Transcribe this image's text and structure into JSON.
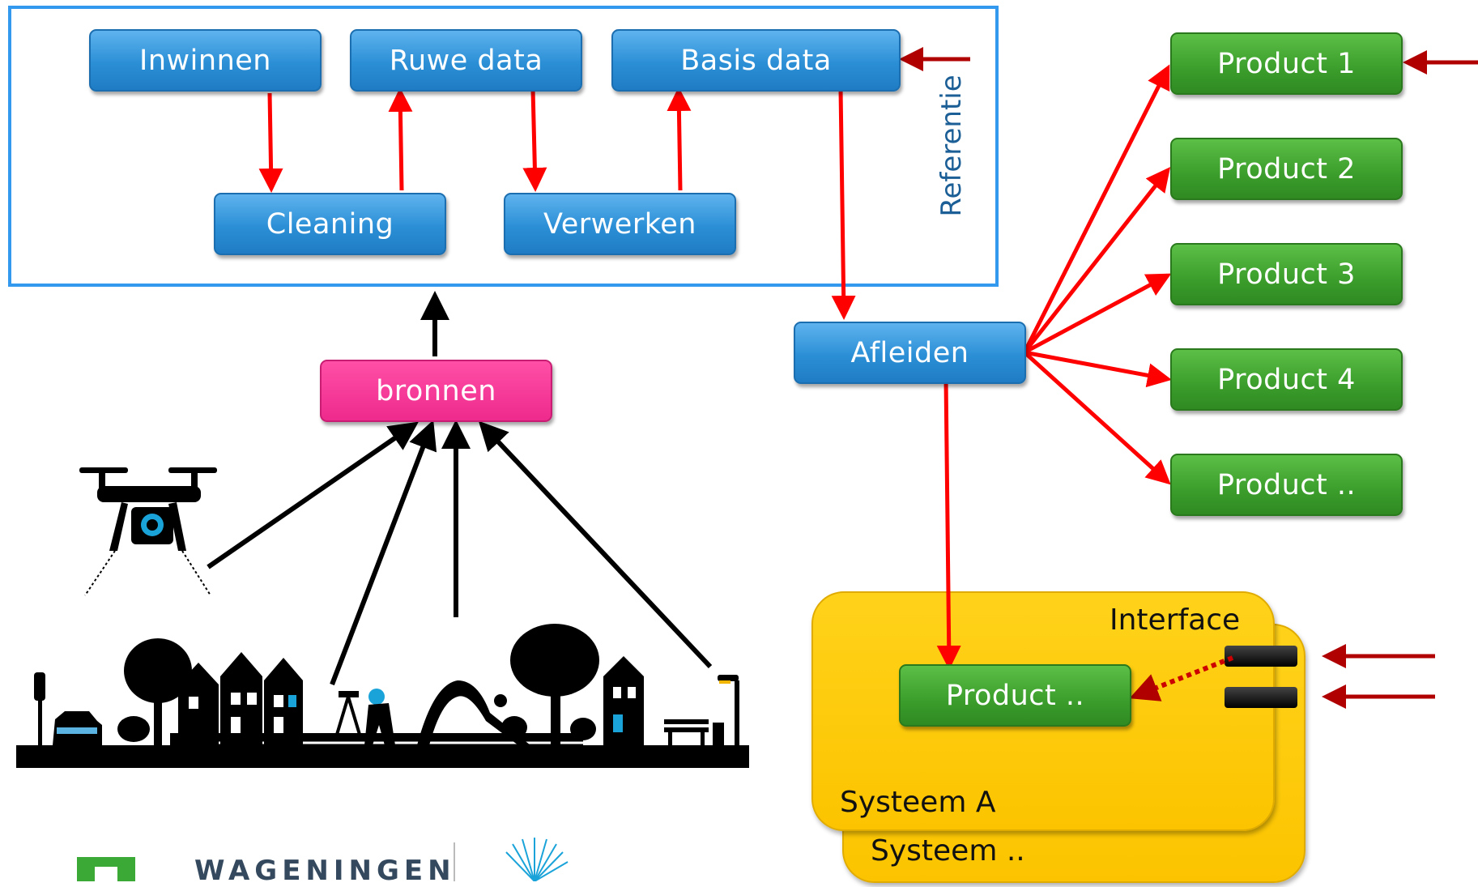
{
  "top_flow": {
    "inwinnen": "Inwinnen",
    "ruwe_data": "Ruwe data",
    "basis_data": "Basis data",
    "cleaning": "Cleaning",
    "verwerken": "Verwerken",
    "referentie": "Referentie"
  },
  "bronnen": "bronnen",
  "afleiden": "Afleiden",
  "products": [
    "Product 1",
    "Product 2",
    "Product 3",
    "Product 4",
    "Product .."
  ],
  "system": {
    "interface": "Interface",
    "product": "Product ..",
    "system_a": "Systeem A",
    "system_more": "Systeem .."
  },
  "logo": {
    "org_name": "WAGENINGEN"
  },
  "colors": {
    "flow_arrow": "#ff0000",
    "input_arrow": "#b00000",
    "source_arrow": "#000000",
    "process_box": "#2b8fd6",
    "product_box": "#3b9d2b",
    "source_box": "#ee2a8d",
    "system_box": "#fcc400",
    "frame": "#3399ee"
  }
}
